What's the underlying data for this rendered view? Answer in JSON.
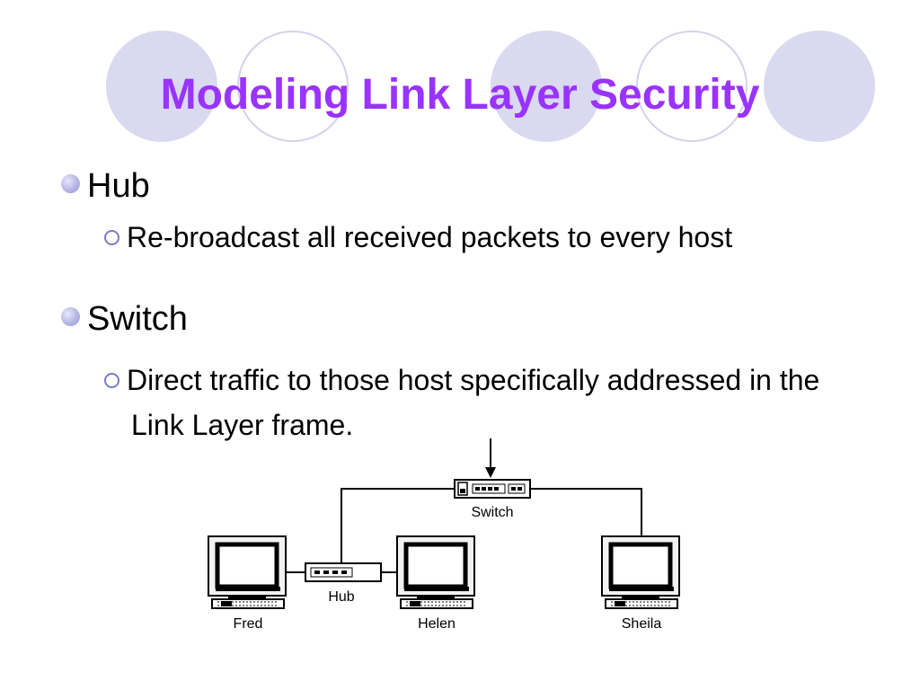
{
  "slide": {
    "title": "Modeling Link Layer Security",
    "bullets": [
      {
        "text": "Hub",
        "sub": [
          "Re-broadcast all received packets to every host"
        ]
      },
      {
        "text": "Switch",
        "sub": [
          "Direct traffic to those host specifically addressed in the Link Layer frame."
        ]
      }
    ]
  },
  "diagram": {
    "devices": {
      "switch": "Switch",
      "hub": "Hub"
    },
    "hosts": [
      "Fred",
      "Helen",
      "Sheila"
    ]
  },
  "colors": {
    "title": "#9933ff",
    "circle_fill": "#d9d9ef",
    "circle_ring": "#d3d3ea",
    "bullet": "#b4b4e6"
  }
}
